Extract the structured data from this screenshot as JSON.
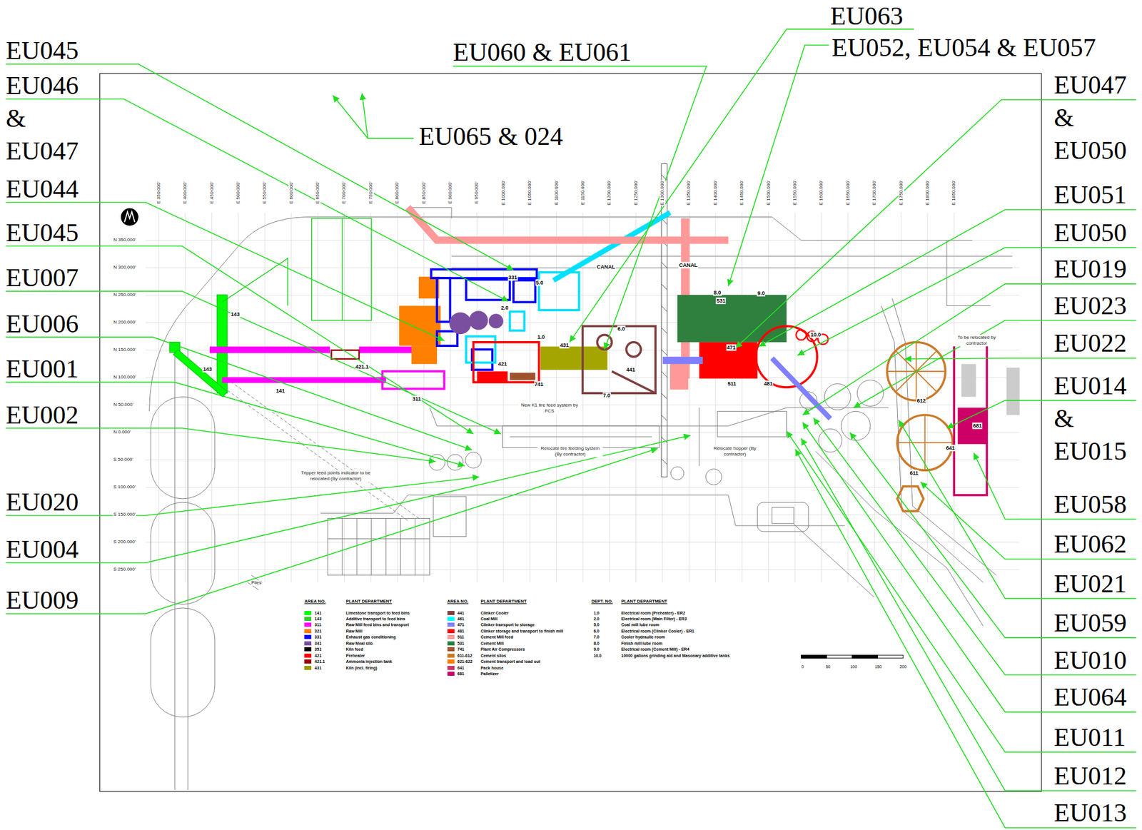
{
  "diagram": {
    "labels": [
      "EU045",
      "EU046 & EU047",
      "EU044",
      "EU045",
      "EU007",
      "EU006",
      "EU001",
      "EU002",
      "EU020",
      "EU004",
      "EU009",
      "EU063",
      "EU052, EU054 & EU057",
      "EU060 & EU061",
      "EU065 & 024",
      "EU047 & EU050",
      "EU051",
      "EU050",
      "EU019",
      "EU023",
      "EU022",
      "EU014 & EU015",
      "EU058",
      "EU062",
      "EU021",
      "EU059",
      "EU010",
      "EU064",
      "EU011",
      "EU012",
      "EU013",
      "E 350.000'",
      "E 400.000'",
      "E 450.000'",
      "E 500.000'",
      "E 550.000'",
      "E 600.000'",
      "E 650.000'",
      "E 700.000'",
      "E 750.000'",
      "E 800.000'",
      "E 850.000'",
      "E 900.000'",
      "E 950.000'",
      "E 1000.000'",
      "E 1050.000'",
      "E 1100.000'",
      "E 1150.000'",
      "E 1200.000'",
      "E 1250.000'",
      "E 1300.000'",
      "E 1350.000'",
      "E 1400.000'",
      "E 1450.000'",
      "E 1500.000'",
      "E 1550.000'",
      "E 1600.000'",
      "E 1650.000'",
      "E 1700.000'",
      "E 1750.000'",
      "E 1800.000'",
      "E 1850.000'",
      "N 350.000'",
      "N 300.000'",
      "N 250.000'",
      "N 200.000'",
      "N 150.000'",
      "N 100.000'",
      "N 50.000'",
      "N 0.000'",
      "S 50.000'",
      "S 100.000'",
      "S 150.000'",
      "S 200.000'",
      "S 250.000'",
      "143",
      "143",
      "141",
      "421.1",
      "311",
      "331",
      "2.0",
      "5.0",
      "1.0",
      "421",
      "431",
      "741",
      "6.0",
      "441",
      "7.0",
      "8.0",
      "531",
      "9.0",
      "471",
      "511",
      "481",
      "10.0",
      "612",
      "611",
      "641",
      "681",
      "CANAL",
      "CANAL",
      "Tripper feed points indicator to be relocated (By contractor)",
      "New K1 tire feed system by FCS",
      "Relocate tire feeding system (By contractor)",
      "Relocate hopper (By contractor)",
      "To be relocated by contractor",
      "Piles",
      "0",
      "50",
      "100",
      "150",
      "200",
      "AREA NO.",
      "PLANT DEPARTMENT",
      "AREA NO.",
      "PLANT DEPARTMENT",
      "DEPT. NO.",
      "PLANT DEPARTMENT",
      "141",
      "143",
      "311",
      "321",
      "331",
      "341",
      "351",
      "421",
      "421.1",
      "431",
      "441",
      "461",
      "471",
      "481",
      "511",
      "531",
      "741",
      "611-612",
      "621-622",
      "641",
      "681",
      "1.0",
      "2.0",
      "5.0",
      "6.0",
      "7.0",
      "8.0",
      "9.0",
      "10.0",
      "Electrical room (Preheater) - ER2",
      "Electrical room (Main Filter) - ER3",
      "Coal mill lube room",
      "Electrical room (Clinker Cooler) - ER1",
      "Cooler hydraulic room",
      "Finish mill lube room",
      "Electrical room (Cement Mill) - ER4",
      "10000 gallons grinding aid and Masonary additive tanks"
    ],
    "legend": [
      {
        "text": "Limestone transport to feed bins",
        "color": "#00ff00"
      },
      {
        "text": "Additive transport to feed bins",
        "color": "#33cc33"
      },
      {
        "text": "Raw Mill feed bins and transport",
        "color": "#ff00ff"
      },
      {
        "text": "Raw Mill",
        "color": "#ff8000"
      },
      {
        "text": "Exhaust gas conditioning",
        "color": "#0000ff"
      },
      {
        "text": "Raw Meal silo",
        "color": "#7b4fa0"
      },
      {
        "text": "Kiln feed",
        "color": "#000000"
      },
      {
        "text": "Preheater",
        "color": "#ff0000"
      },
      {
        "text": "Ammonia injection tank",
        "color": "#990000"
      },
      {
        "text": "Kiln (incl. firing)",
        "color": "#999900"
      },
      {
        "text": "Clinker Cooler",
        "color": "#7f3f3f"
      },
      {
        "text": "Coal Mill",
        "color": "#00ffff"
      },
      {
        "text": "Clinker transport to storage",
        "color": "#8080ff"
      },
      {
        "text": "Clinker storage and transport to finish mill",
        "color": "#ff0000"
      },
      {
        "text": "Cement Mill feed",
        "color": "#ff9999"
      },
      {
        "text": "Cement Mill",
        "color": "#2f7f3f"
      },
      {
        "text": "Plant Air Compressors",
        "color": "#a0522d"
      },
      {
        "text": "Cement silos",
        "color": "#cc7a29"
      },
      {
        "text": "Cement transport and load out",
        "color": "#ff7f00"
      },
      {
        "text": "Pack house",
        "color": "#cc3366"
      },
      {
        "text": "Palletizer",
        "color": "#cc0066"
      }
    ]
  }
}
